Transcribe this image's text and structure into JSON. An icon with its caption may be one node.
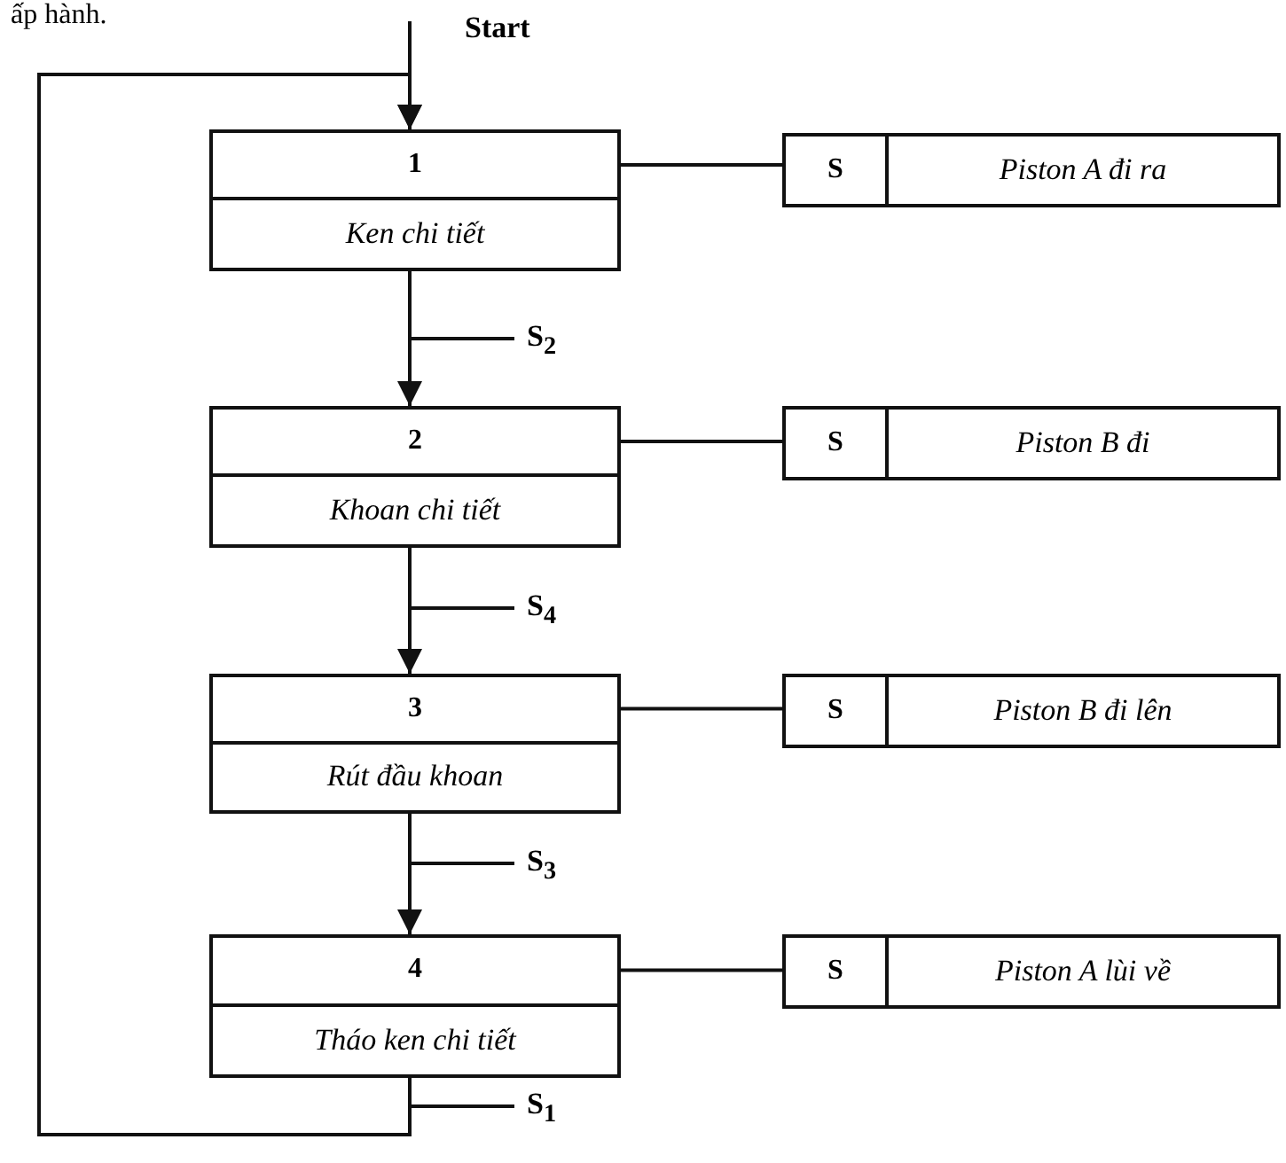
{
  "diagram": {
    "nodes": [
      {
        "text": [
          "1",
          "Ken chi tiết"
        ]
      },
      {
        "text": [
          "S",
          "Piston A đi ra"
        ]
      },
      {
        "text": [
          "2",
          "Khoan chi tiết"
        ]
      },
      {
        "text": [
          "S",
          "Piston B đi"
        ]
      },
      {
        "text": [
          "3",
          "Rút đầu khoan"
        ]
      },
      {
        "text": [
          "S",
          "Piston B đi lên"
        ]
      },
      {
        "text": [
          "4",
          "Tháo ken chi tiết"
        ]
      },
      {
        "text": [
          "S",
          "Piston A lùi về"
        ]
      }
    ],
    "edges": [
      {
        "from": null,
        "to": 0,
        "arrow": "to"
      },
      {
        "from": 0,
        "to": 1,
        "arrow": "none"
      },
      {
        "from": 0,
        "to": 2,
        "arrow": "to"
      },
      {
        "from": 2,
        "to": 3,
        "arrow": "none"
      },
      {
        "from": 2,
        "to": 4,
        "arrow": "to"
      },
      {
        "from": 4,
        "to": 5,
        "arrow": "none"
      },
      {
        "from": 4,
        "to": 6,
        "arrow": "to"
      },
      {
        "from": 6,
        "to": 7,
        "arrow": "none"
      },
      {
        "from": 6,
        "to": 0,
        "arrow": "to"
      }
    ],
    "labels": [
      "ấp hành.",
      "Start",
      "S$_{2}$",
      "S$_{4}$",
      "S$_{3}$",
      "S$_{1}$"
    ]
  }
}
